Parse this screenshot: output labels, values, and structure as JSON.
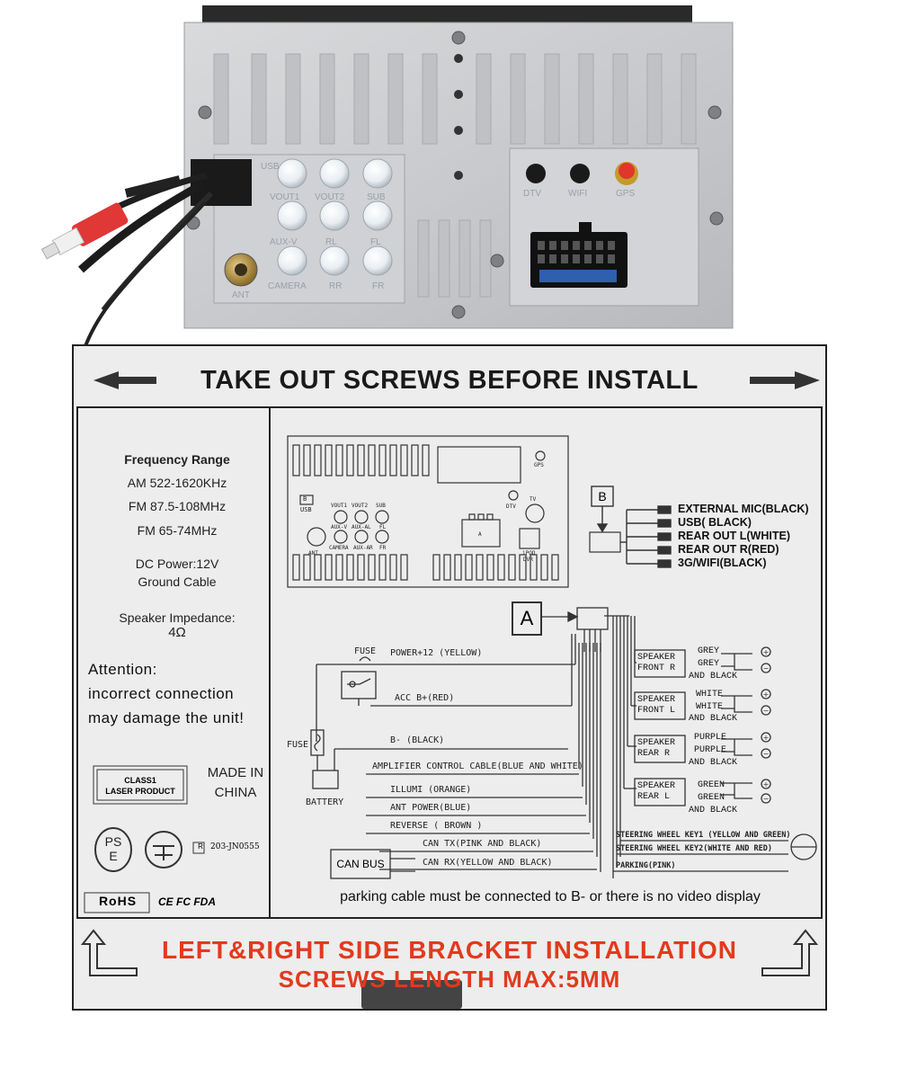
{
  "photo": {
    "port_labels_top": [
      "USB",
      "VOUT1",
      "VOUT2",
      "SUB"
    ],
    "port_labels_mid": [
      "AUX-V",
      "RL",
      "FL"
    ],
    "port_labels_bot": [
      "CAMERA",
      "RR",
      "FR"
    ],
    "ant_label": "ANT",
    "dtv_label": "DTV",
    "wifi_label": "WIFI",
    "gps_label": "GPS"
  },
  "label": {
    "header": "TAKE OUT SCREWS BEFORE INSTALL",
    "specs": {
      "freq_title": "Frequency Range",
      "am": "AM 522-1620KHz",
      "fm1": "FM 87.5-108MHz",
      "fm2": "FM 65-74MHz",
      "dc_power": "DC Power:12V",
      "ground": "Ground Cable",
      "speaker_title": "Speaker Impedance:",
      "speaker_value": "4Ω"
    },
    "attention": [
      "Attention:",
      "incorrect connection",
      "may damage the unit!"
    ],
    "laser": [
      "CLASS1",
      "LASER PRODUCT"
    ],
    "made_in": [
      "MADE IN",
      "CHINA"
    ],
    "reg_no": "203-JN0555",
    "rohs": "RoHS",
    "certs": "CE FC FDA",
    "pse": [
      "PS",
      "E"
    ],
    "diagram": {
      "box_b": "B",
      "box_a": "A",
      "usb": "USB",
      "b_small": "B",
      "vout1": "VOUT1",
      "vout2": "VOUT2",
      "sub": "SUB",
      "auxv": "AUX-V",
      "auxal": "AUX-AL",
      "fl": "FL",
      "camera": "CAMERA",
      "auxar": "AUX-AR",
      "fr": "FR",
      "ant": "ANT",
      "dtv": "DTV",
      "tv": "TV",
      "gps": "GPS",
      "ipod": "iPOD",
      "dvr": "DVR",
      "a_small": "A",
      "outputs": [
        "EXTERNAL MIC(BLACK)",
        "USB( BLACK)",
        "REAR OUT L(WHITE)",
        "REAR OUT R(RED)",
        "3G/WIFI(BLACK)"
      ],
      "fuse_top": "FUSE",
      "fuse_left": "FUSE",
      "battery": "BATTERY",
      "wires": [
        "POWER+12 (YELLOW)",
        "ACC B+(RED)",
        "B- (BLACK)",
        "AMPLIFIER CONTROL CABLE(BLUE AND WHITE)",
        "ILLUMI (ORANGE)",
        "ANT POWER(BLUE)",
        "REVERSE ( BROWN )",
        "CAN TX(PINK AND BLACK)",
        "CAN RX(YELLOW AND BLACK)"
      ],
      "can_bus": "CAN BUS",
      "speakers": [
        {
          "name": [
            "SPEAKER",
            "FRONT  R"
          ],
          "c1": "GREY",
          "c2": "GREY",
          "c3": "AND BLACK"
        },
        {
          "name": [
            "SPEAKER",
            "FRONT  L"
          ],
          "c1": "WHITE",
          "c2": "WHITE",
          "c3": "AND BLACK"
        },
        {
          "name": [
            "SPEAKER",
            "REAR   R"
          ],
          "c1": "PURPLE",
          "c2": "PURPLE",
          "c3": "AND BLACK"
        },
        {
          "name": [
            "SPEAKER",
            "REAR   L"
          ],
          "c1": "GREEN",
          "c2": "GREEN",
          "c3": "AND BLACK"
        }
      ],
      "steering": [
        "STEERING WHEEL KEY1 (YELLOW AND GREEN)",
        "STEERING  WHEEL KEY2(WHITE AND RED)",
        "PARKING(PINK)"
      ]
    },
    "parking_note": "parking cable must be connected to B- or there is no video display",
    "bracket_line1": "LEFT&RIGHT SIDE BRACKET INSTALLATION",
    "bracket_line2": "SCREWS LENGTH MAX:5MM"
  }
}
